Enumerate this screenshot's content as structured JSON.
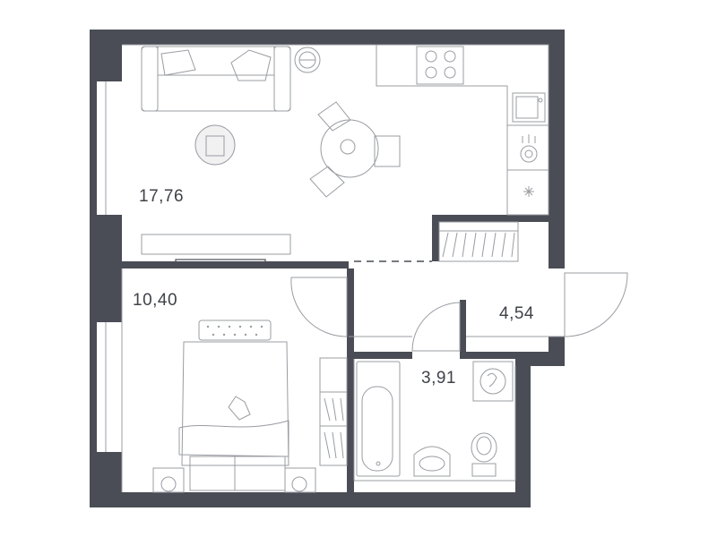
{
  "rooms": [
    {
      "id": "living",
      "area": "17,76"
    },
    {
      "id": "bedroom",
      "area": "10,40"
    },
    {
      "id": "hall",
      "area": "4,54"
    },
    {
      "id": "bathroom",
      "area": "3,91"
    }
  ],
  "colors": {
    "wall": "#4a4d55",
    "line": "#9a9ca2",
    "text": "#3f4249"
  }
}
